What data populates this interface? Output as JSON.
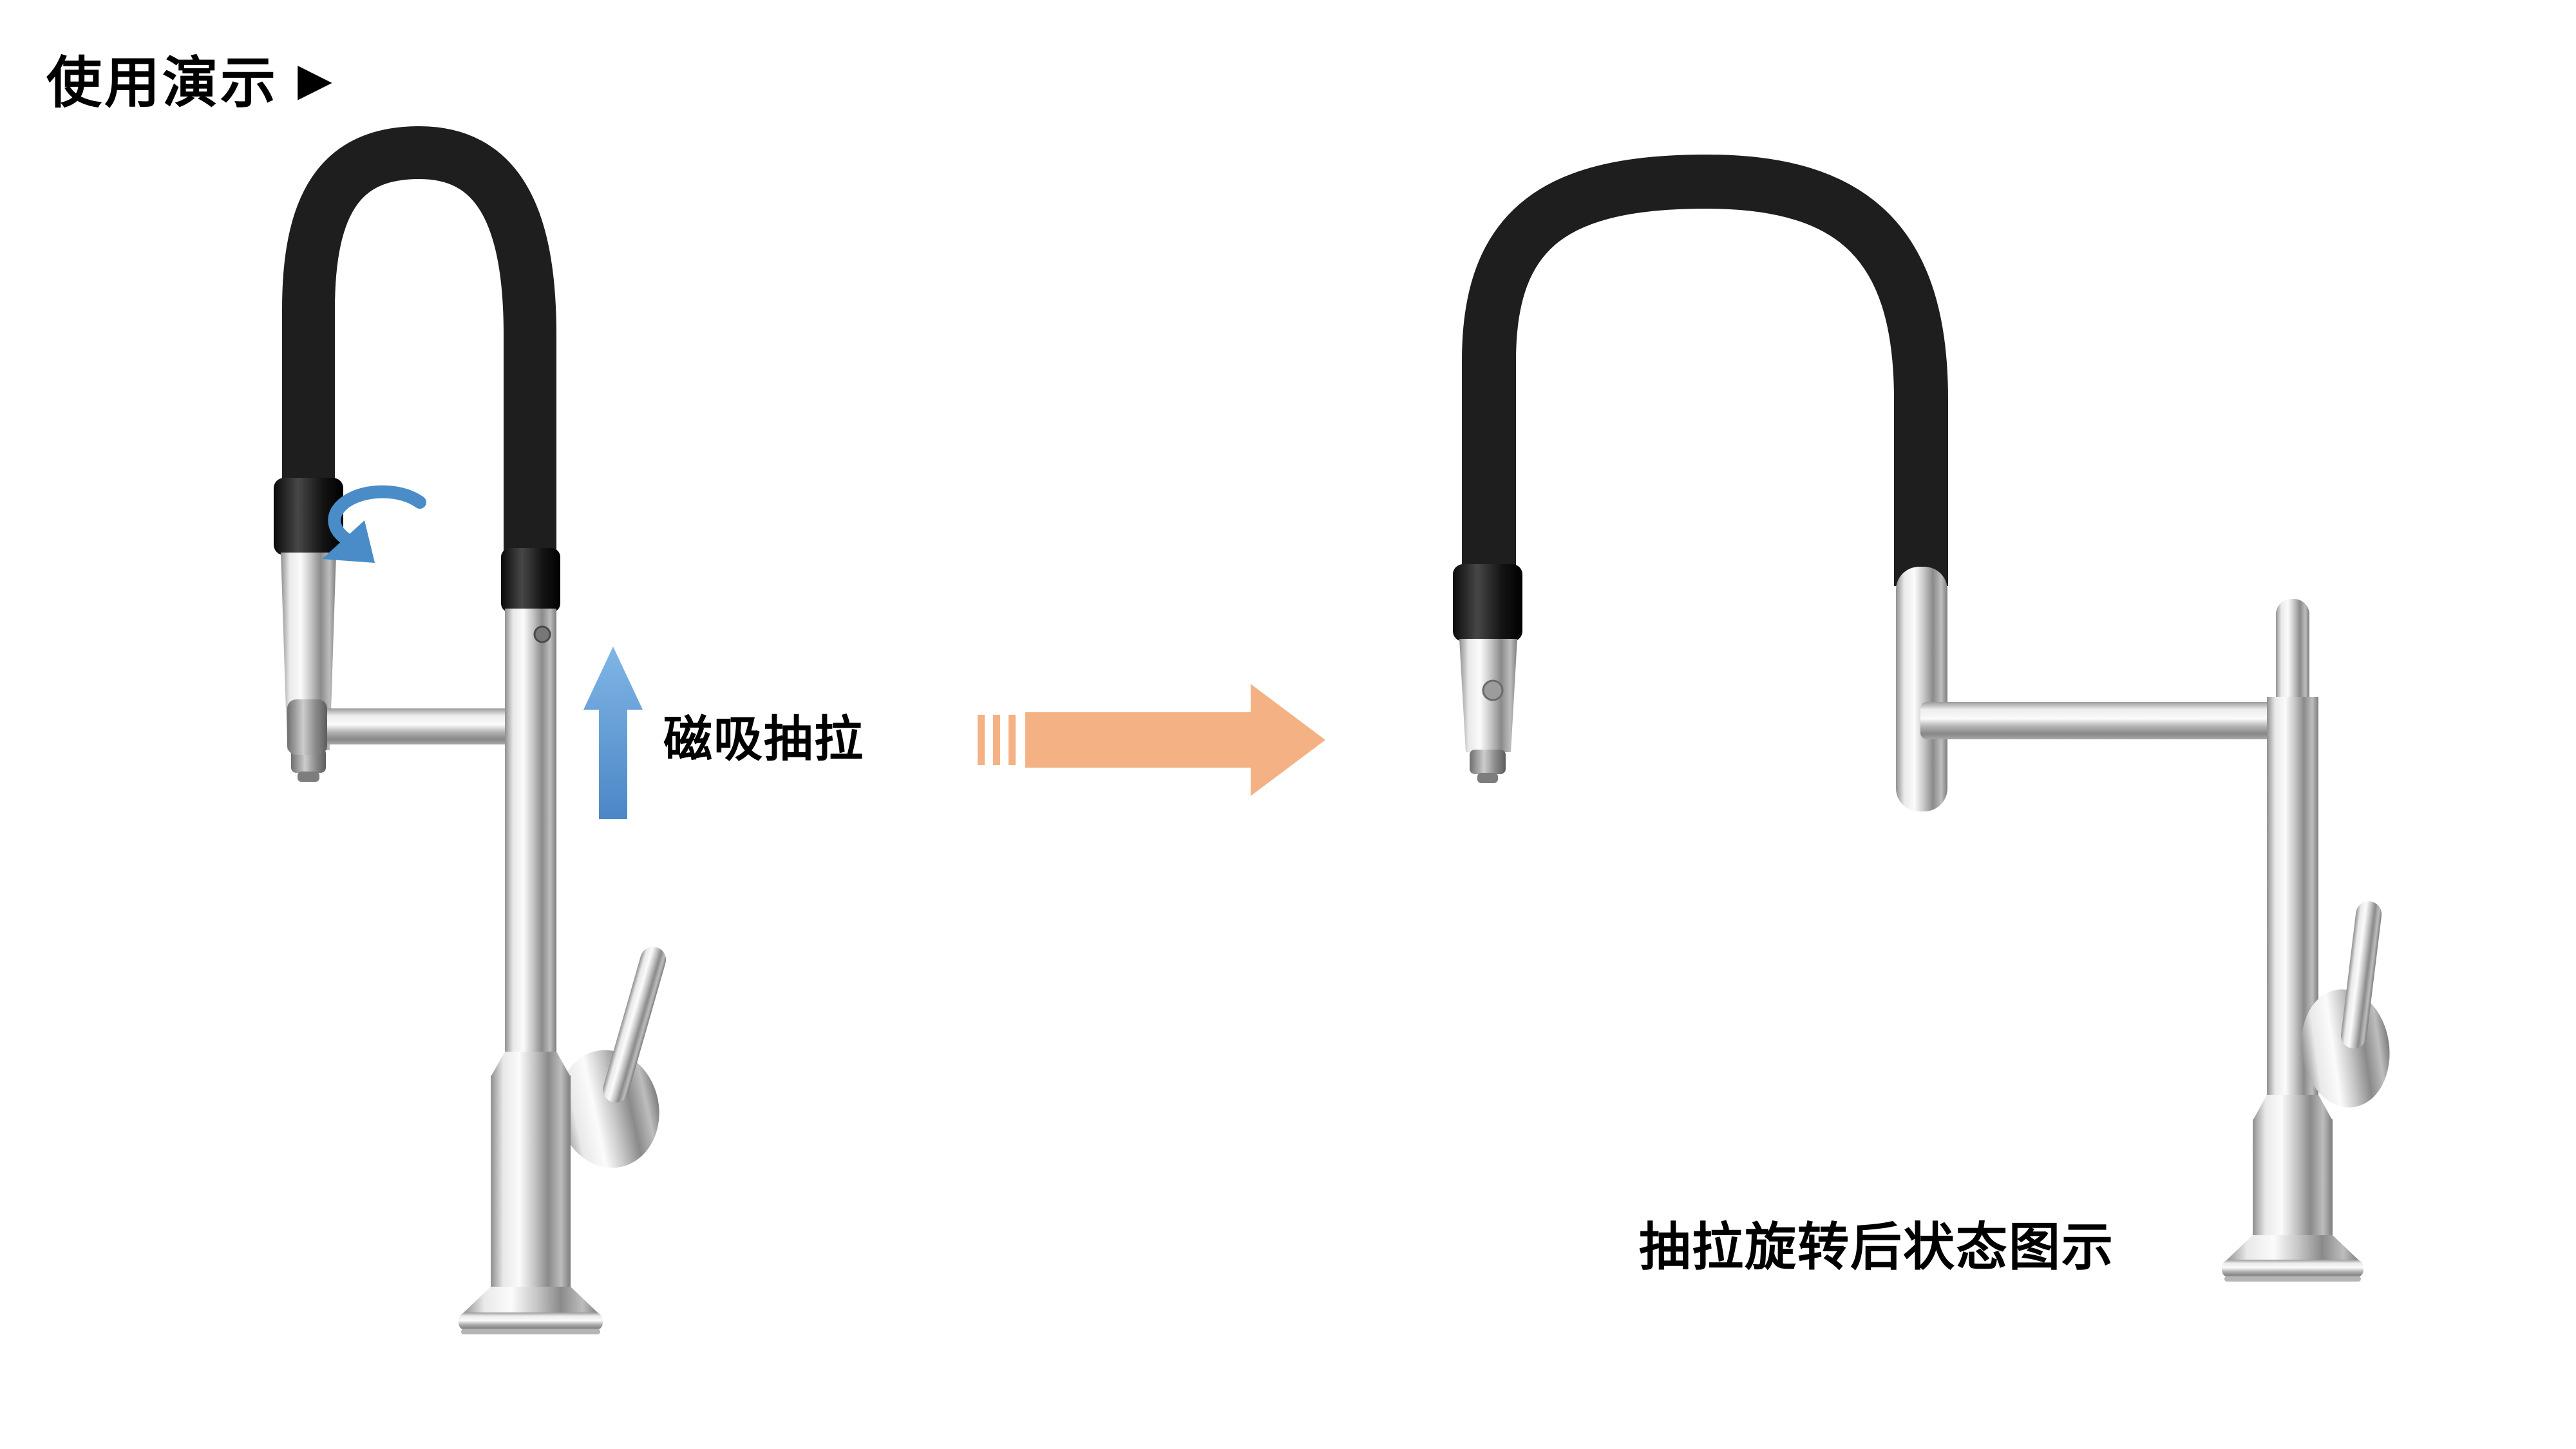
{
  "header": {
    "title": "使用演示",
    "arrow_glyph": "▶"
  },
  "annotations": {
    "pull_label": "磁吸抽拉",
    "result_label": "抽拉旋转后状态图示"
  },
  "icons": {
    "rotation_arrow": "curved-rotation-arrow",
    "pull_arrow": "up-arrow",
    "transition_arrow": "right-arrow-with-speed-lines",
    "title_arrow": "play-triangle"
  },
  "colors": {
    "background": "#ffffff",
    "text": "#000000",
    "arrow_blue": "#4a8cc7",
    "arrow_blue_light": "#7fb6e6",
    "arrow_orange": "#f4b183",
    "hose_black": "#1e1e1e"
  }
}
